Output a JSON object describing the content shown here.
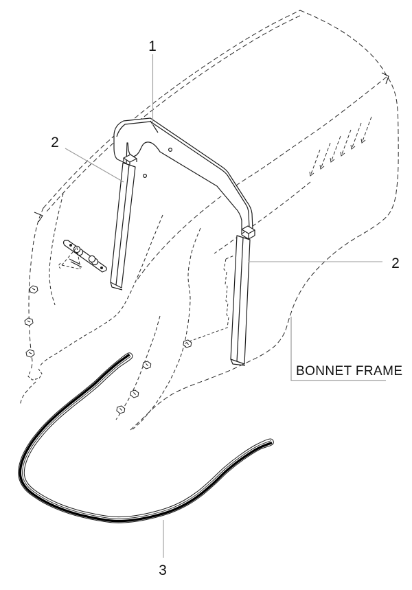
{
  "diagram": {
    "title_label": "BONNET FRAME",
    "callouts": [
      {
        "id": "callout-1",
        "label": "1"
      },
      {
        "id": "callout-2-left",
        "label": "2"
      },
      {
        "id": "callout-2-right",
        "label": "2"
      },
      {
        "id": "callout-3",
        "label": "3"
      }
    ],
    "colors": {
      "background": "#ffffff",
      "solid_line": "#1d1d1d",
      "dashed_line": "#303030",
      "leader_line": "#9a9a9a",
      "text": "#111111",
      "seal_stripe": "#000000"
    }
  }
}
